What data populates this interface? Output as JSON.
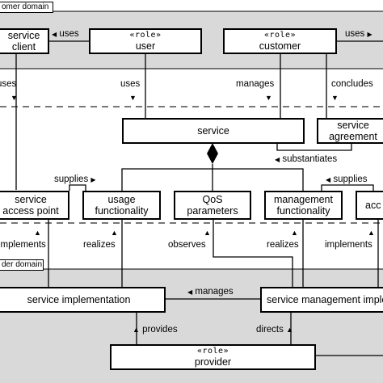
{
  "domains": {
    "customer_tab": "omer domain",
    "provider_tab": "der domain"
  },
  "stereotype": "«role»",
  "boxes": {
    "service_client": [
      "service",
      "client"
    ],
    "user": "user",
    "customer": "customer",
    "service": "service",
    "service_agreement": [
      "service",
      "agreement"
    ],
    "service_access_point": [
      "service",
      "access point"
    ],
    "usage_functionality": [
      "usage",
      "functionality"
    ],
    "qos_parameters": [
      "QoS",
      "parameters"
    ],
    "management_functionality": [
      "management",
      "functionality"
    ],
    "right_access_point": "acc",
    "service_implementation": "service implementation",
    "service_management_implementation": "service management implem",
    "provider": "provider"
  },
  "relations": {
    "uses_top_left": "uses",
    "uses_top_right": "uses",
    "uses_left_edge": "uses",
    "uses_user": "uses",
    "manages_customer": "manages",
    "concludes": "concludes",
    "substantiates": "substantiates",
    "supplies_left": "supplies",
    "supplies_right": "supplies",
    "implements_left": "implements",
    "realizes_left": "realizes",
    "observes": "observes",
    "realizes_right": "realizes",
    "implements_right": "implements",
    "manages_bottom": "manages",
    "provides": "provides",
    "directs": "directs"
  },
  "arrows": {
    "left": "◀",
    "right": "▶",
    "up": "▲",
    "down": "▼"
  },
  "colors": {
    "domain_fill": "#d9d9d9",
    "line": "#000000",
    "dashed": "#777777"
  }
}
